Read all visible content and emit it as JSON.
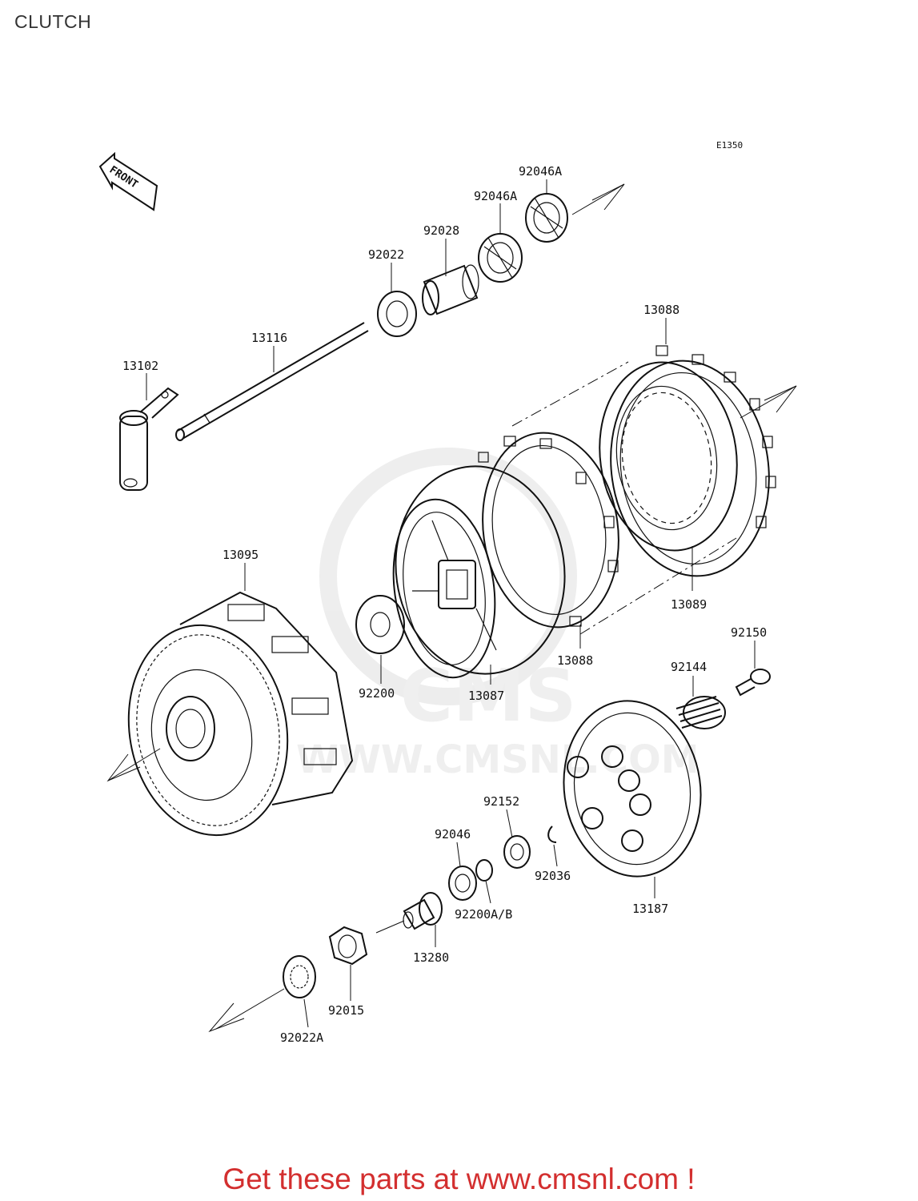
{
  "title": "CLUTCH",
  "diagram_code": "E1350",
  "front_label": "FRONT",
  "watermark_text": "WWW.CMSNL.COM",
  "footer": "Get these parts at www.cmsnl.com !",
  "colors": {
    "footer": "#d32f2f",
    "line": "#111111",
    "watermark": "#e6e6e6"
  },
  "parts": {
    "p92046A_1": "92046A",
    "p92046A_2": "92046A",
    "p92028": "92028",
    "p92022": "92022",
    "p13088_top": "13088",
    "p13116": "13116",
    "p13102": "13102",
    "p13095": "13095",
    "p13089": "13089",
    "p92150": "92150",
    "p92200": "92200",
    "p13087": "13087",
    "p13088_bottom": "13088",
    "p92144": "92144",
    "p92152": "92152",
    "p92046": "92046",
    "p92036": "92036",
    "p92200AB": "92200A/B",
    "p13187": "13187",
    "p13280": "13280",
    "p92015": "92015",
    "p92022A": "92022A"
  }
}
